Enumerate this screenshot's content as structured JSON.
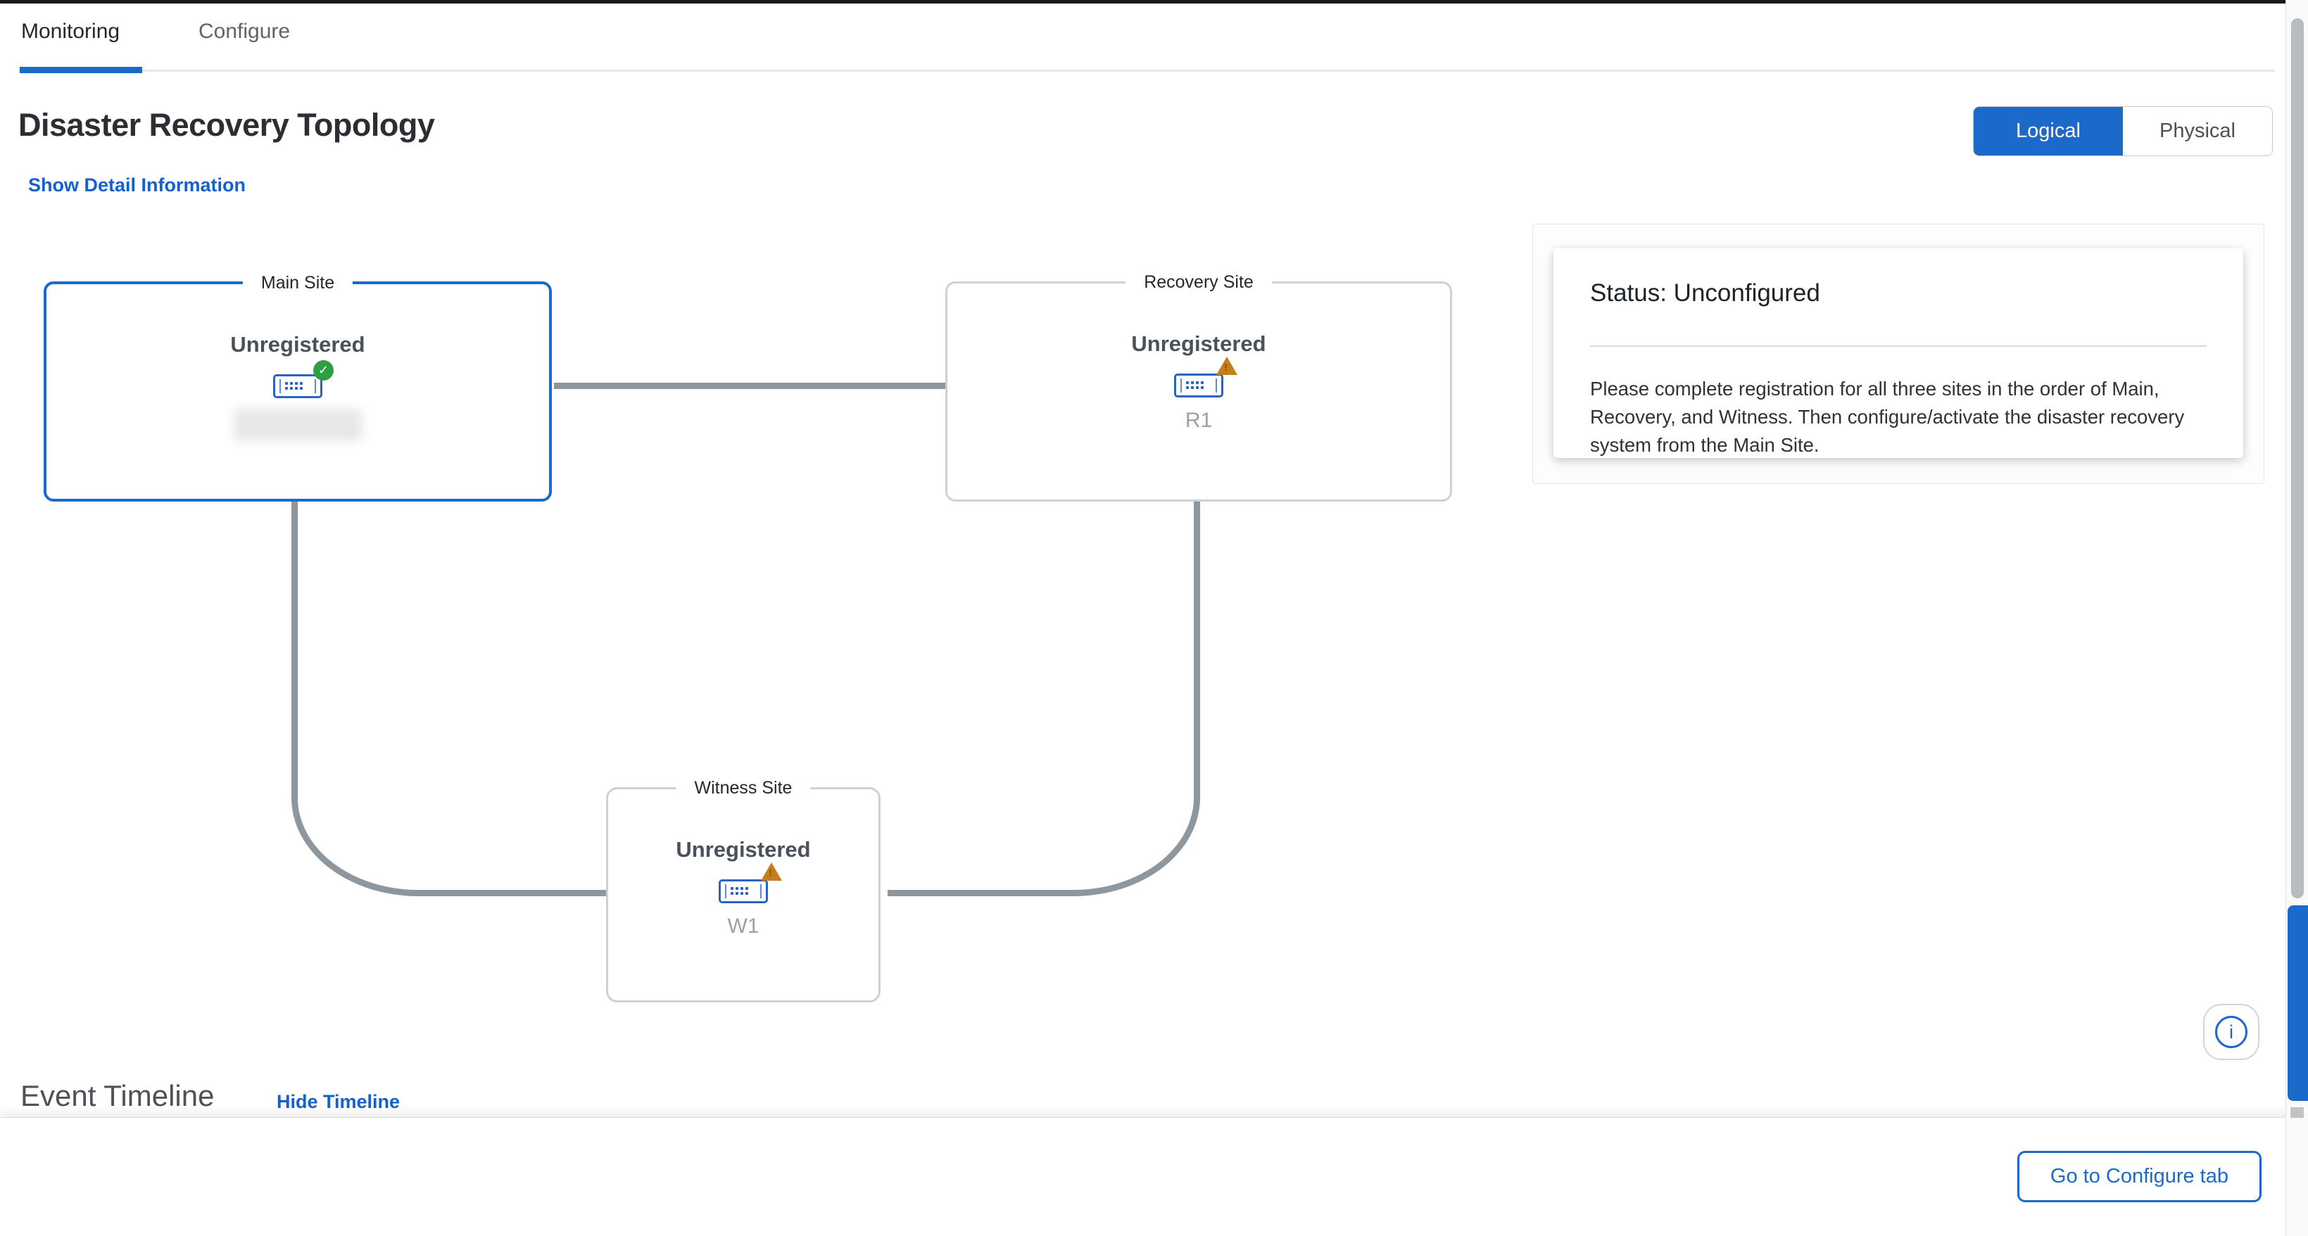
{
  "tabs": [
    {
      "label": "Monitoring",
      "active": true
    },
    {
      "label": "Configure",
      "active": false
    }
  ],
  "page": {
    "title": "Disaster Recovery Topology",
    "detail_link": "Show Detail Information"
  },
  "view_toggle": {
    "options": [
      {
        "label": "Logical",
        "active": true
      },
      {
        "label": "Physical",
        "active": false
      }
    ]
  },
  "topology": {
    "sites": [
      {
        "name": "Main Site",
        "status": "Unregistered",
        "node_label": "",
        "badge": "check-icon",
        "badge_glyph": "✓",
        "name_redacted": true
      },
      {
        "name": "Recovery Site",
        "status": "Unregistered",
        "node_label": "R1",
        "badge": "warning-icon",
        "badge_glyph": "!"
      },
      {
        "name": "Witness Site",
        "status": "Unregistered",
        "node_label": "W1",
        "badge": "warning-icon",
        "badge_glyph": "!"
      }
    ]
  },
  "status_panel": {
    "heading": "Status: Unconfigured",
    "message": "Please complete registration for all three sites in the order of Main, Recovery, and Witness. Then configure/activate the disaster recovery system from the Main Site."
  },
  "timeline": {
    "heading": "Event Timeline",
    "toggle_label": "Hide Timeline"
  },
  "footer": {
    "configure_button": "Go to Configure tab"
  },
  "info_button": {
    "glyph": "i"
  },
  "colors": {
    "accent_blue": "#1b69c8",
    "link_blue": "#1261cf",
    "connector_gray": "#8e969e",
    "success_green": "#2f9e41",
    "warning_orange": "#c57d1e",
    "box_border_gray": "#ccd1d6"
  }
}
